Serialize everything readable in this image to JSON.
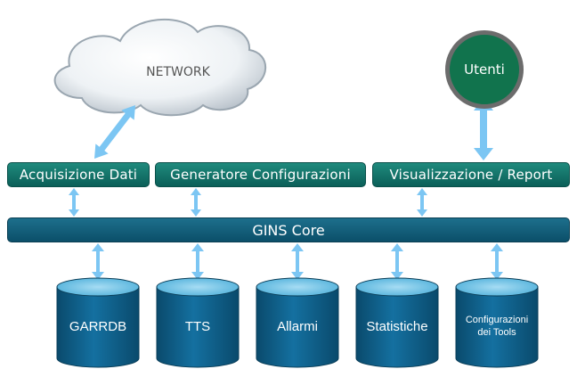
{
  "network": {
    "label": "NETWORK"
  },
  "users": {
    "label": "Utenti"
  },
  "top_boxes": [
    {
      "label": "Acquisizione Dati"
    },
    {
      "label": "Generatore Configurazioni"
    },
    {
      "label": "Visualizzazione / Report"
    }
  ],
  "core": {
    "label": "GINS Core"
  },
  "databases": [
    {
      "label": "GARRDB"
    },
    {
      "label": "TTS"
    },
    {
      "label": "Allarmi"
    },
    {
      "label": "Statistiche"
    },
    {
      "label_line1": "Configurazioni",
      "label_line2": "dei Tools"
    }
  ],
  "colors": {
    "box_green": "#0b5f58",
    "core_blue": "#0b4f69",
    "db_blue": "#0f5f86",
    "db_top": "#76c8e9",
    "arrow": "#7cc6f3",
    "users_green": "#11734d"
  }
}
